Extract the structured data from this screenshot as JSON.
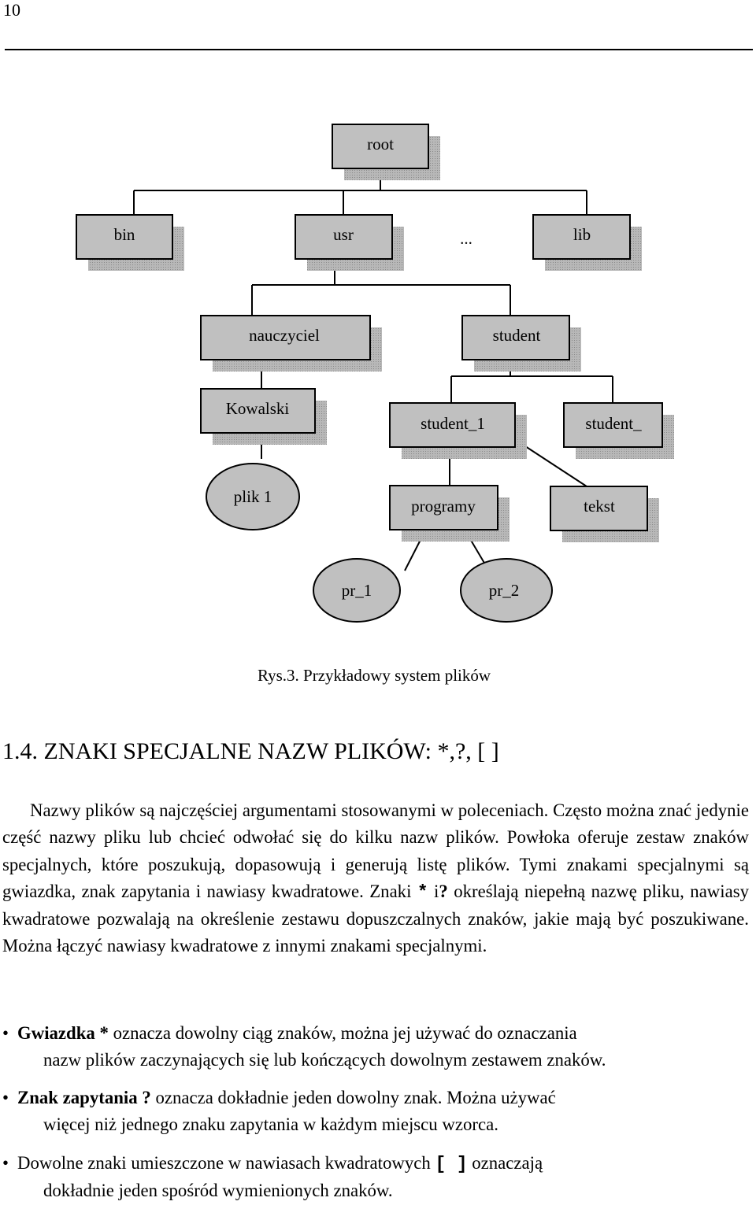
{
  "page_number": "10",
  "diagram": {
    "nodes": {
      "root": "root",
      "bin": "bin",
      "usr": "usr",
      "dots": "...",
      "lib": "lib",
      "nauczyciel": "nauczyciel",
      "student": "student",
      "kowalski": "Kowalski",
      "student_1": "student_1",
      "student_": "student_",
      "plik1": "plik 1",
      "programy": "programy",
      "tekst": "tekst",
      "pr_1": "pr_1",
      "pr_2": "pr_2"
    },
    "caption": "Rys.3. Przykładowy system plików"
  },
  "section": {
    "heading": "1.4. ZNAKI SPECJALNE NAZW PLIKÓW: *,?, [ ]"
  },
  "paragraph": {
    "part1": "Nazwy plików są najczęściej argumentami stosowanymi w poleceniach. Często można znać jedynie część nazwy pliku lub chcieć odwołać się do kilku nazw plików. Powłoka oferuje zestaw znaków specjalnych, które poszukują, dopasowują i generują listę plików. Tymi znakami specjalnymi są gwiazdka, znak zapytania i nawiasy kwadratowe. Znaki",
    "star": "*",
    "and": "i",
    "qmark": "?",
    "part2": "określają niepełną nazwę pliku, nawiasy kwadratowe pozwalają na określenie zestawu dopuszczalnych znaków, jakie mają być poszukiwane. Można łączyć nawiasy kwadratowe z innymi znakami specjalnymi."
  },
  "bullets": {
    "b1_bold": "Gwiazdka *",
    "b1_first": "oznacza dowolny ciąg znaków, można jej używać do oznaczania",
    "b1_rest": "nazw plików zaczynających się lub kończących dowolnym zestawem znaków.",
    "b2_bold": "Znak zapytania ?",
    "b2_first": "oznacza dokładnie jeden dowolny znak. Można używać",
    "b2_rest": "więcej niż jednego znaku zapytania w każdym miejscu wzorca.",
    "b3_first": "Dowolne znaki umieszczone w nawiasach kwadratowych",
    "b3_bold": "[ ]",
    "b3_after": "oznaczają",
    "b3_rest": "dokładnie jeden spośród wymienionych znaków."
  }
}
